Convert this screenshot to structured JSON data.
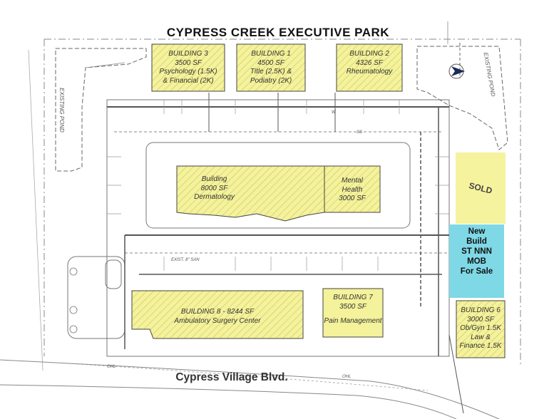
{
  "title": "CYPRESS CREEK EXECUTIVE PARK",
  "street": "Cypress Village Blvd.",
  "buildings": [
    {
      "id": "b3",
      "lines": [
        "BUILDING 3",
        "3500 SF",
        "Psychology (1.5K)",
        "& Financial (2K)"
      ]
    },
    {
      "id": "b1",
      "lines": [
        "BUILDING 1",
        "4500 SF",
        "Title (2.5K) &",
        "Podiatry (2K)"
      ]
    },
    {
      "id": "b2",
      "lines": [
        "BUILDING 2",
        "4326 SF",
        "Rheumatology"
      ]
    },
    {
      "id": "b-derm",
      "lines": [
        "Building",
        "8000 SF",
        "Dermatology"
      ]
    },
    {
      "id": "b-mental",
      "lines": [
        "Mental",
        "Health",
        "3000 SF"
      ]
    },
    {
      "id": "b8",
      "lines": [
        "BUILDING 8 - 8244 SF",
        "Ambulatory Surgery Center"
      ]
    },
    {
      "id": "b7",
      "lines": [
        "BUILDING 7",
        "3500 SF",
        "Pain Management"
      ]
    },
    {
      "id": "b6",
      "lines": [
        "BUILDING 6",
        "3000 SF",
        "Ob/Gyn 1.5K",
        "Law &",
        "Finance 1.5K"
      ]
    }
  ],
  "sold_label": "SOLD",
  "new_build_lines": [
    "New",
    "Build",
    "ST NNN",
    "MOB",
    "For Sale"
  ],
  "existing_pond": "EXISTING POND",
  "utility_labels": {
    "ss": "SS",
    "w": "W",
    "ohl": "OHL",
    "san": "EXIST. 8\" SAN"
  },
  "colors": {
    "building_fill": "#f4f29a",
    "sold_fill": "#f6f39e",
    "new_build_fill": "#7fd8e6",
    "line": "#555555",
    "hatch": "#c9c36c"
  },
  "icons": [
    "north-arrow-icon"
  ]
}
